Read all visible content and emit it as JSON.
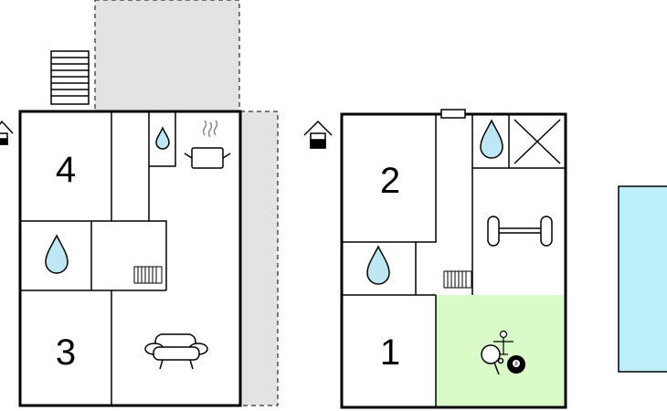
{
  "rooms": {
    "bedroom_4": "4",
    "bedroom_3": "3",
    "bedroom_2": "2",
    "bedroom_1": "1"
  },
  "colors": {
    "wall": "#000000",
    "terrace": "#e3e3e3",
    "water": "#bde7f2",
    "activity_room": "#d9fbc8",
    "pool": "#bdeffa"
  },
  "icons": [
    "stairs-icon",
    "house-entrance-icon",
    "water-drop-icon",
    "cooking-pot-icon",
    "radiator-icon",
    "sofa-icon",
    "window-icon",
    "cross-icon",
    "dumbbell-icon",
    "table-football-icon",
    "ping-pong-icon",
    "billiard-ball-icon",
    "pool-icon"
  ]
}
